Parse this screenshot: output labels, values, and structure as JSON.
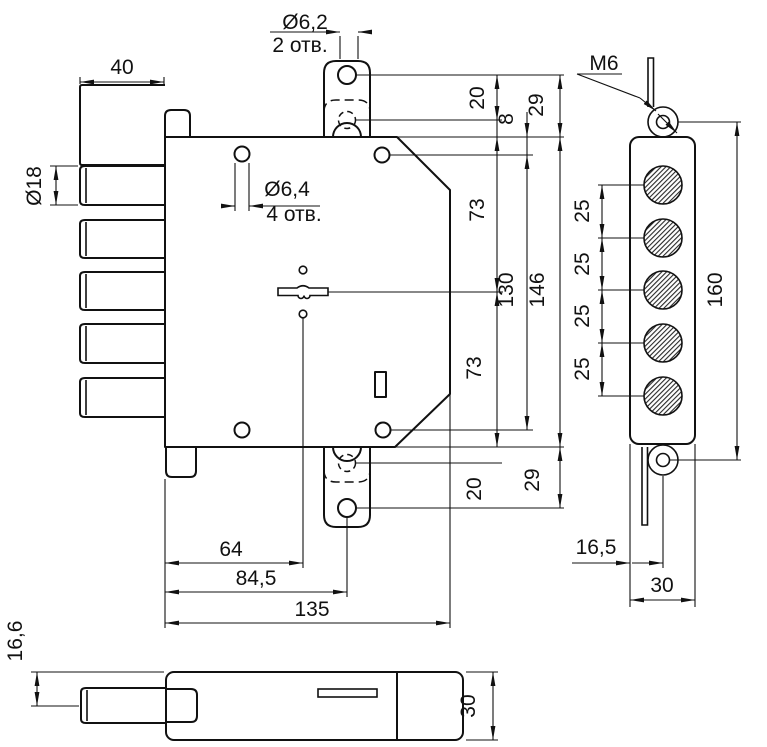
{
  "drawing": {
    "views": {
      "front": {
        "dims": {
          "block_width": "40",
          "bolt_dia": "Ø18",
          "top_holes_dia": "Ø6,2",
          "top_holes_count": "2 отв.",
          "body_holes_dia": "Ø6,4",
          "body_holes_count": "4 отв.",
          "tab_hole_to_hidden_top": "20",
          "tab_hole_to_body_top": "29",
          "body_edge_to_hole": "8",
          "body_top_to_key": "73",
          "hole_to_hole": "130",
          "body_height": "146",
          "key_to_body_bottom": "73",
          "tab_hole_to_hidden_bottom": "20",
          "tab_hole_to_body_bottom": "29",
          "left_to_key": "64",
          "left_to_tab": "84,5",
          "body_length": "135"
        }
      },
      "side": {
        "dims": {
          "thread": "M6",
          "bolt_spacing": "25",
          "screw_to_screw": "160",
          "edge_to_screw": "16,5",
          "plate_width": "30"
        }
      },
      "bottom": {
        "dims": {
          "top_to_bolt": "16,6",
          "body_depth": "30"
        }
      }
    }
  }
}
